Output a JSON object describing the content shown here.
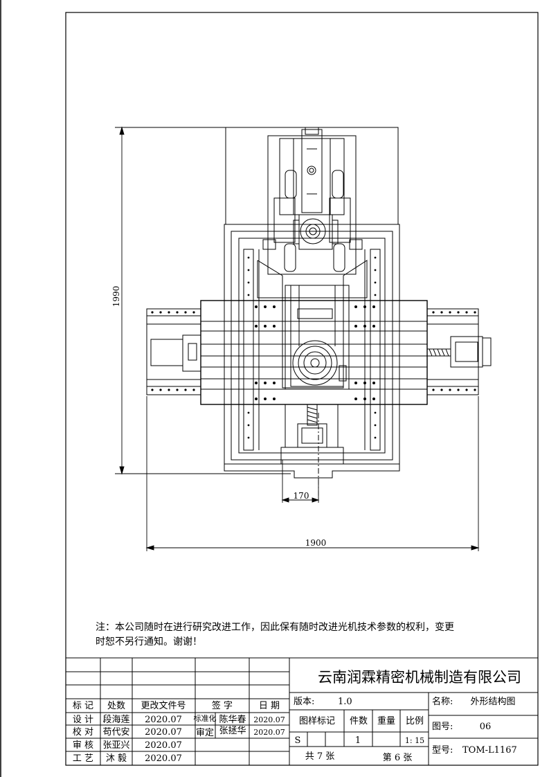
{
  "drawing": {
    "dimensions": {
      "height": "1990",
      "width": "1900",
      "offset": "170"
    }
  },
  "notes": {
    "line1": "注：本公司随时在进行研究改进工作，因此保有随时改进光机技术参数的权利，变更",
    "line2": "时恕不另行通知。谢谢！"
  },
  "title_block": {
    "company": "云南润霖精密机械制造有限公司",
    "revision_label": "版本:",
    "revision_value": "1.0",
    "name_label": "名称:",
    "name_value": "外形结构图",
    "drawing_no_label": "图号:",
    "drawing_no_value": "06",
    "model_label": "型号:",
    "model_value": "TOM-L1167",
    "headers": {
      "mark": "标 记",
      "count": "处数",
      "change_doc": "更改文件号",
      "signature": "签 字",
      "date": "日 期"
    },
    "roles": {
      "design": "设 计",
      "check": "校 对",
      "review": "审 核",
      "process": "工 艺",
      "standardize": "标准化",
      "approve": "审定"
    },
    "people": {
      "design": "段海莲",
      "check": "苟代安",
      "review": "张亚兴",
      "process": "沐 毅",
      "standardize": "陈华春",
      "approve": "张拯华"
    },
    "dates": {
      "design": "2020.07",
      "check": "2020.07",
      "review": "2020.07",
      "process": "2020.07",
      "standardize": "2020.07",
      "approve": "2020.07"
    },
    "stage_headers": {
      "stage_mark": "图样标记",
      "quantity": "件数",
      "weight": "重量",
      "scale": "比例"
    },
    "stage_values": {
      "stage_mark": "S",
      "quantity": "1",
      "scale": "1: 15"
    },
    "sheets_total": "共 7 张",
    "sheet_current": "第 6 张"
  }
}
